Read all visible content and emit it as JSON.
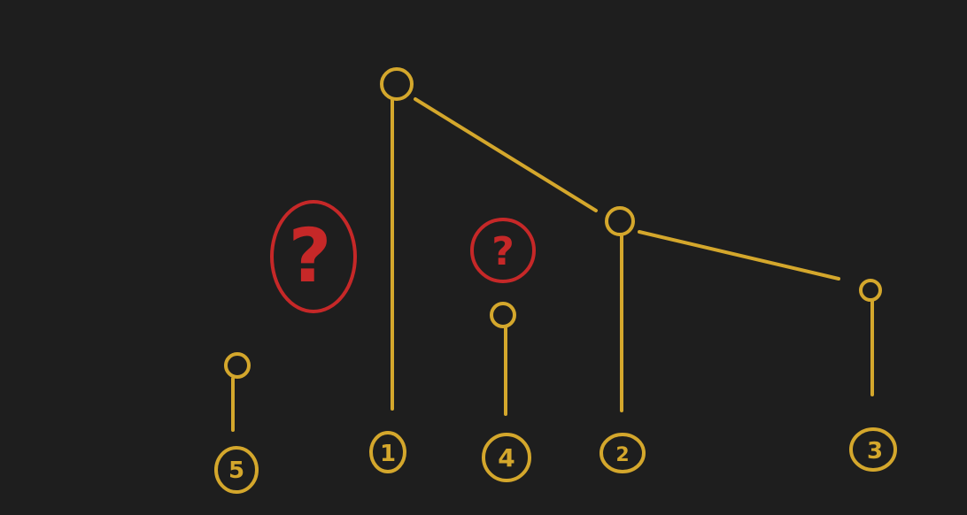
{
  "colors": {
    "background": "#1e1e1e",
    "stroke": "#d4a72c",
    "annotation": "#c62828"
  },
  "stack": [
    {
      "id": 1,
      "label": "1"
    },
    {
      "id": 2,
      "label": "2"
    },
    {
      "id": 3,
      "label": "3"
    }
  ],
  "pending": [
    {
      "id": 4,
      "label": "4"
    },
    {
      "id": 5,
      "label": "5"
    }
  ],
  "questions": [
    {
      "id": "big",
      "label": "?"
    },
    {
      "id": "small",
      "label": "?"
    }
  ]
}
